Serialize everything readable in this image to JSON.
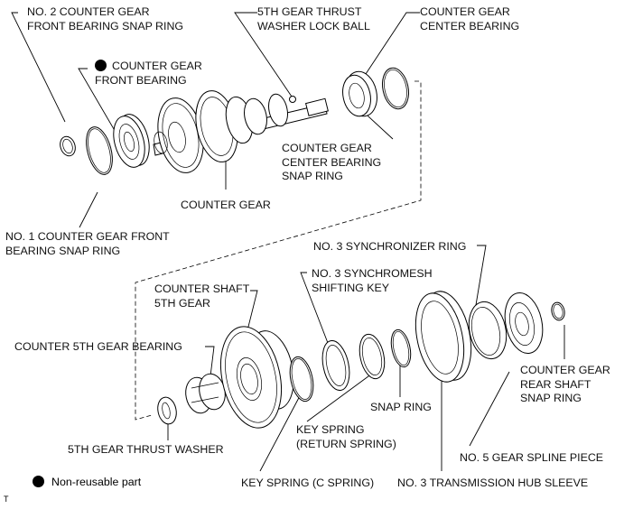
{
  "diagram": {
    "title": "Counter gear exploded view",
    "upper_group": {
      "labels": {
        "no2_front_bearing_snap_ring": "NO. 2 COUNTER GEAR\nFRONT BEARING SNAP RING",
        "front_bearing": "COUNTER GEAR\nFRONT BEARING",
        "lock_ball": "5TH GEAR THRUST\nWASHER LOCK BALL",
        "center_bearing": "COUNTER GEAR\nCENTER BEARING",
        "center_bearing_snap_ring": "COUNTER GEAR\nCENTER BEARING\nSNAP RING",
        "counter_gear": "COUNTER GEAR",
        "no1_front_bearing_snap_ring": "NO. 1 COUNTER GEAR FRONT\nBEARING SNAP RING"
      },
      "non_reusable": [
        "front_bearing"
      ]
    },
    "lower_group": {
      "labels": {
        "no3_synchronizer_ring": "NO. 3 SYNCHRONIZER RING",
        "no3_synchromesh_shifting_key": "NO. 3 SYNCHROMESH\nSHIFTING KEY",
        "counter_shaft_5th_gear": "COUNTER SHAFT\n5TH GEAR",
        "counter_5th_gear_bearing": "COUNTER 5TH GEAR BEARING",
        "counter_gear_rear_shaft_snap_ring": "COUNTER GEAR\nREAR SHAFT\nSNAP RING",
        "snap_ring": "SNAP RING",
        "key_spring_return": "KEY SPRING\n(RETURN SPRING)",
        "5th_gear_thrust_washer": "5TH GEAR THRUST WASHER",
        "no5_gear_spline_piece": "NO. 5 GEAR SPLINE PIECE",
        "key_spring_c": "KEY SPRING (C SPRING)",
        "no3_transmission_hub_sleeve": "NO. 3 TRANSMISSION HUB SLEEVE"
      }
    },
    "legend": {
      "symbol": "filled-circle",
      "text": "Non-reusable part"
    },
    "corner_mark": "T"
  }
}
